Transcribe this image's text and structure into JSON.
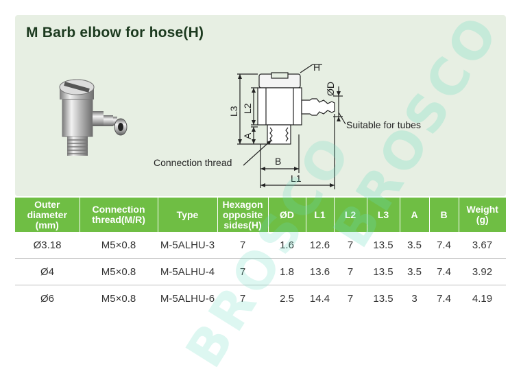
{
  "title": "M Barb elbow for hose(H)",
  "watermark": "BROSCO",
  "diagram": {
    "dim_H": "H",
    "dim_D": "ØD",
    "dim_L3": "L3",
    "dim_L2": "L2",
    "dim_A": "A",
    "dim_B": "B",
    "dim_L1": "L1",
    "callout_tubes": "Suitable for tubes",
    "callout_thread": "Connection thread"
  },
  "table": {
    "headers": [
      [
        "Outer",
        "diameter",
        "(mm)"
      ],
      [
        "Connection",
        "thread(M/R)"
      ],
      [
        "Type"
      ],
      [
        "Hexagon",
        "opposite",
        "sides(H)"
      ],
      [
        "ØD"
      ],
      [
        "L1"
      ],
      [
        "L2"
      ],
      [
        "L3"
      ],
      [
        "A"
      ],
      [
        "B"
      ],
      [
        "Weight",
        "(g)"
      ]
    ],
    "rows": [
      [
        "Ø3.18",
        "M5×0.8",
        "M-5ALHU-3",
        "7",
        "1.6",
        "12.6",
        "7",
        "13.5",
        "3.5",
        "7.4",
        "3.67"
      ],
      [
        "Ø4",
        "M5×0.8",
        "M-5ALHU-4",
        "7",
        "1.8",
        "13.6",
        "7",
        "13.5",
        "3.5",
        "7.4",
        "3.92"
      ],
      [
        "Ø6",
        "M5×0.8",
        "M-5ALHU-6",
        "7",
        "2.5",
        "14.4",
        "7",
        "13.5",
        "3",
        "7.4",
        "4.19"
      ]
    ]
  },
  "colors": {
    "header_green": "#6fbe44",
    "panel_bg": "#e7efe3",
    "title": "#1c3a1f",
    "watermark": "#64dcbe"
  }
}
